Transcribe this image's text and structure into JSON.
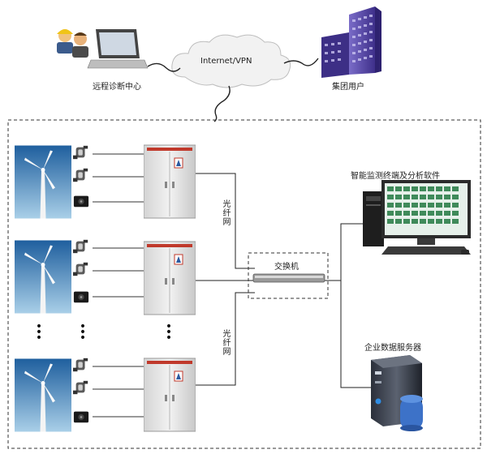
{
  "top": {
    "remote_center_label": "远程诊断中心",
    "cloud_label": "Internet/VPN",
    "group_user_label": "集团用户"
  },
  "network": {
    "fiber_label_1": "光纤网",
    "fiber_label_2": "光纤网",
    "switch_label": "交换机"
  },
  "right": {
    "monitor_label": "智能监测终端及分析软件",
    "server_label": "企业数据服务器"
  },
  "colors": {
    "sky_top": "#1f5f9e",
    "sky_bottom": "#9cc6e4",
    "cabinet": "#e9e9e9",
    "cabinet_stripe": "#c0392b",
    "dashed_border": "#333333",
    "building": "#5a4aa8"
  }
}
